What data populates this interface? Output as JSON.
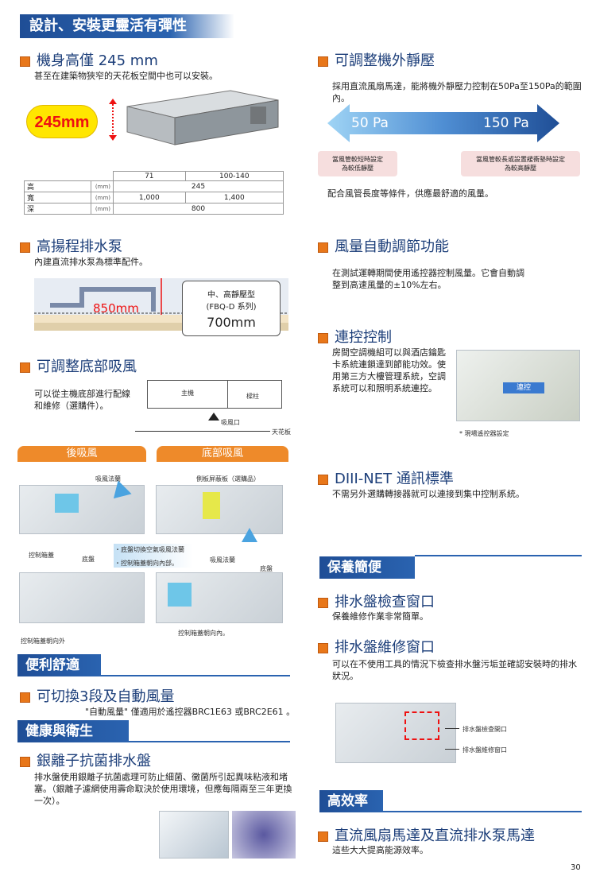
{
  "banner": "設計、安裝更靈活有彈性",
  "left": {
    "height_title": "機身高僅 245 mm",
    "height_desc": "甚至在建築物狹窄的天花板空間中也可以安裝。",
    "height_badge": "245mm",
    "table": {
      "headers": [
        "71",
        "100-140"
      ],
      "rows": [
        {
          "label": "高",
          "unit": "(mm)",
          "cells": [
            "245"
          ]
        },
        {
          "label": "寬",
          "unit": "(mm)",
          "cells": [
            "1,000",
            "1,400"
          ]
        },
        {
          "label": "深",
          "unit": "(mm)",
          "cells": [
            "800"
          ]
        }
      ]
    },
    "pump_title": "高揚程排水泵",
    "pump_desc": "內建直流排水泵為標準配件。",
    "pump_850": "850mm",
    "pump_box_line1": "中、高靜壓型",
    "pump_box_line2": "(FBQ-D 系列)",
    "pump_box_value": "700mm",
    "bottom_title": "可調整底部吸風",
    "bottom_desc": "可以從主機底部進行配線和維修（選購件）。",
    "bottom_unit_label": "主機",
    "bottom_column_label": "樑柱",
    "bottom_inlet_label": "吸風口",
    "bottom_ceiling_label": "天花板",
    "tab_rear": "後吸風",
    "tab_bottom": "底部吸風",
    "img_labels": {
      "flange_1": "吸風法蘭",
      "side_panel": "側板屏蔽板（選購品）",
      "control_box": "控制箱蓋",
      "bottom_plate_1": "底盤",
      "note_1": "・底盤切換空氣吸風法蘭",
      "note_2": "・控制箱蓋朝向內部。",
      "flange_2": "吸風法蘭",
      "bottom_plate_2": "底盤",
      "control_in": "控制箱蓋朝向內。",
      "control_out": "控制箱蓋朝向外"
    },
    "comfort_bar": "便利舒適",
    "comfort_title": "可切換3段及自動風量",
    "comfort_note": "\"自動風量\" 僅適用於遙控器BRC1E63 或BRC2E61 。",
    "health_bar": "健康與衛生",
    "silver_title": "銀離子抗菌排水盤",
    "silver_desc": "排水盤使用銀離子抗菌處理可防止細菌、黴菌所引起異味粘液和堵塞。（銀離子濾網使用壽命取決於使用環境，但應每隔兩至三年更換一次）。"
  },
  "right": {
    "static_title": "可調整機外靜壓",
    "static_desc": "採用直流風扇馬達，能將機外靜壓力控制在50Pa至150Pa的範圍內。",
    "arrow_low": "50 Pa",
    "arrow_high": "150 Pa",
    "short_duct": "當風管較短時設定為較低靜壓",
    "long_duct": "當風管較長或設置緩衝墊時設定為較高靜壓",
    "static_note": "配合風管長度等條件，供應最舒適的風量。",
    "auto_title": "風量自動調節功能",
    "auto_desc": "在測試運轉期間使用遙控器控制風量。它會自動調整到高速風量的±10%左右。",
    "link_title": "連控控制",
    "link_desc": "房間空調機組可以與酒店鑰匙卡系統連鎖達到節能功效。使用第三方大樓管理系統，空調系統可以和照明系統連控。",
    "link_badge": "連控",
    "link_caption": "* 現場遙控器設定",
    "diii_title": "DIII-NET 通訊標準",
    "diii_desc": "不需另外選購轉接器就可以連接到集中控制系統。",
    "maint_bar": "保養簡便",
    "check_title": "排水盤檢查窗口",
    "check_desc": "保養維修作業非常簡單。",
    "repair_title": "排水盤維修窗口",
    "repair_desc": "可以在不使用工具的情況下檢查排水盤污垢並確認安裝時的排水狀況。",
    "label_check": "排水盤檢查開口",
    "label_repair": "排水盤維修窗口",
    "eff_bar": "高效率",
    "dc_title": "直流風扇馬達及直流排水泵馬達",
    "dc_desc": "這些大大提高能源效率。"
  },
  "page_number": "30",
  "colors": {
    "blue": "#1f4e96",
    "orange": "#e8771a",
    "red": "#e11",
    "yellow": "#ffe600"
  }
}
